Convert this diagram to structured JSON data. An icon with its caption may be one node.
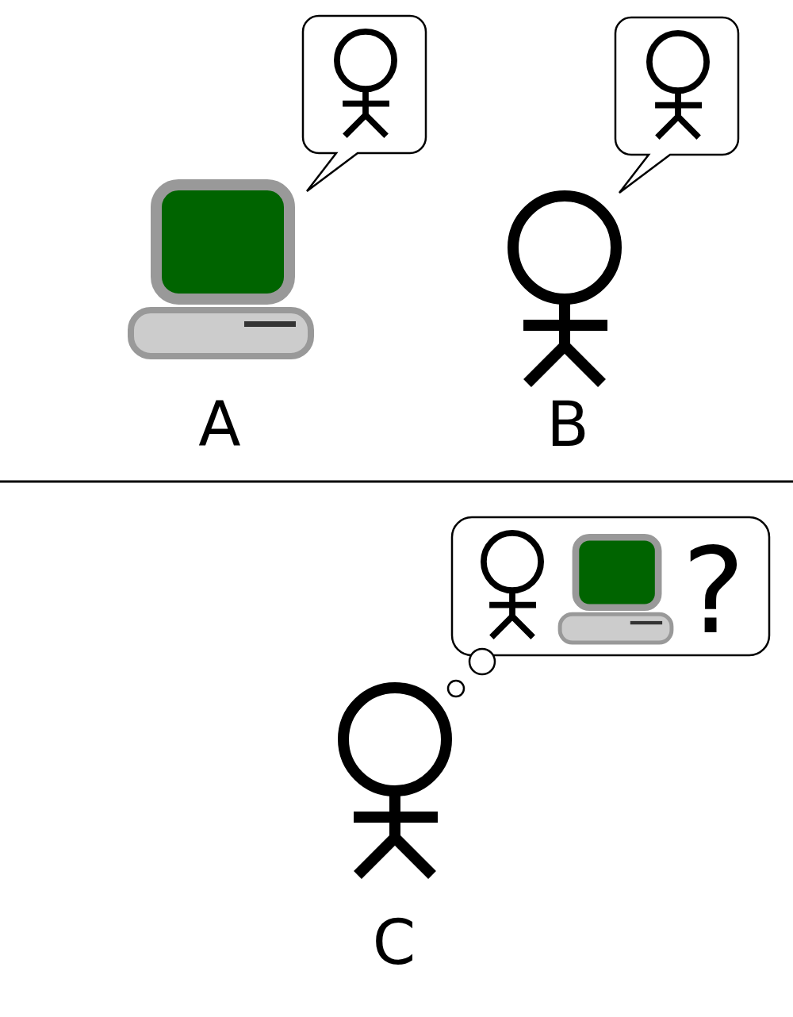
{
  "diagram": {
    "nodes": [
      {
        "text": [],
        "shape": "picture"
      },
      {
        "text": [],
        "shape": "picture"
      },
      {
        "text": [
          "?"
        ]
      }
    ],
    "labels": [
      "A",
      "B",
      "C"
    ]
  }
}
